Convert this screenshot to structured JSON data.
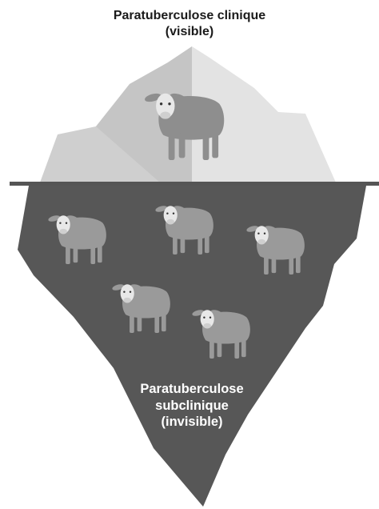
{
  "labels": {
    "visible_line1": "Paratuberculose clinique",
    "visible_line2": "(visible)",
    "hidden_line1": "Paratuberculose",
    "hidden_line2": "subclinique",
    "hidden_line3": "(invisible)"
  },
  "colors": {
    "iceberg_top_light": "#e3e3e3",
    "iceberg_top_mid": "#cfcfcf",
    "iceberg_top_dark": "#bdbdbd",
    "iceberg_bottom": "#575757",
    "waterline": "#555555",
    "sheep_visible": "#8e8e8e",
    "sheep_hidden": "#9a9a9a"
  },
  "icons": {
    "visible_animal": "sheep-icon",
    "hidden_animal": "sheep-icon"
  }
}
